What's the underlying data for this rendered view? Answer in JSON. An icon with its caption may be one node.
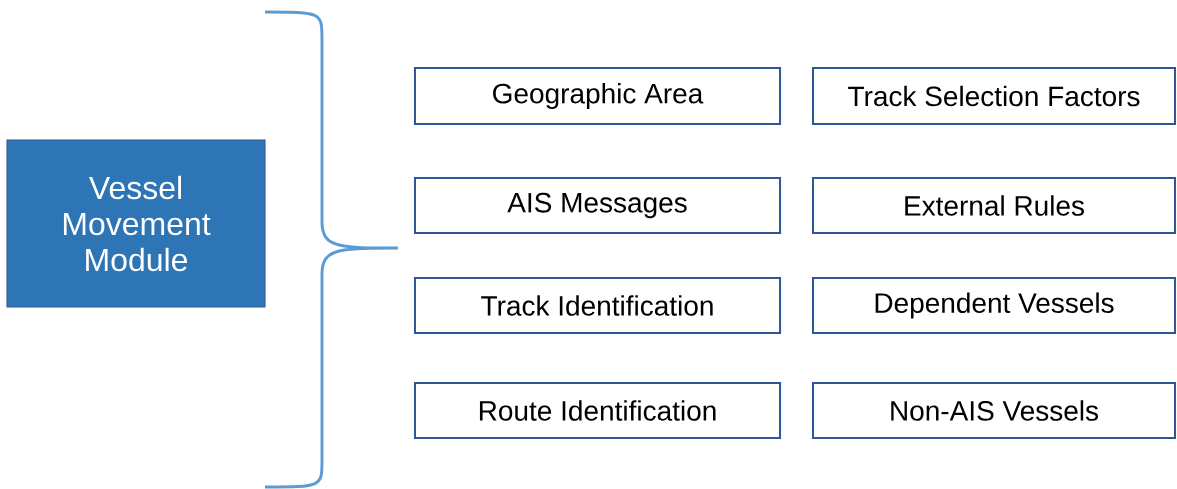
{
  "diagram": {
    "nodes": [
      {
        "text": [
          "Vessel Movement Module"
        ]
      },
      {
        "text": [
          "Geographic Area"
        ]
      },
      {
        "text": [
          "Track Selection Factors"
        ]
      },
      {
        "text": [
          "AIS Messages"
        ]
      },
      {
        "text": [
          "External Rules"
        ]
      },
      {
        "text": [
          "Track Identification"
        ]
      },
      {
        "text": [
          "Dependent Vessels"
        ]
      },
      {
        "text": [
          "Route Identification"
        ]
      },
      {
        "text": [
          "Non-AIS Vessels"
        ]
      }
    ]
  }
}
